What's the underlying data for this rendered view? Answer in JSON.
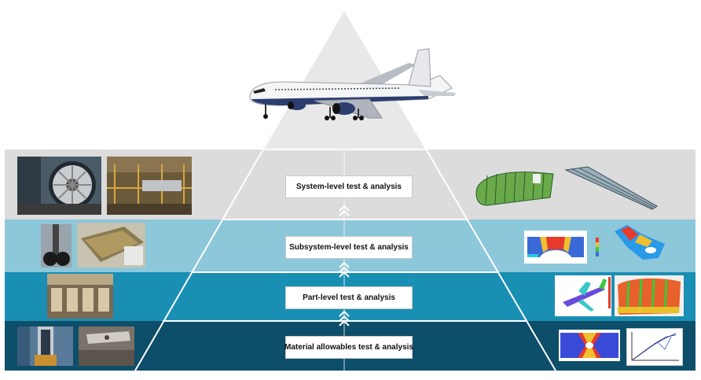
{
  "levels": [
    {
      "label": "System-level test & analysis"
    },
    {
      "label": "Subsystem-level test & analysis"
    },
    {
      "label": "Part-level test & analysis"
    },
    {
      "label": "Material allowables test & analysis"
    }
  ],
  "colors": {
    "system_band": "#dcdcdc",
    "subsystem_band": "#8cc7da",
    "part_band": "#1a8fb4",
    "material_band": "#0d4e6a",
    "pyramid_top": "#e8e8e8",
    "pyramid_edges": "#ffffff"
  },
  "icons": [
    "double-chevron-up-icon"
  ]
}
